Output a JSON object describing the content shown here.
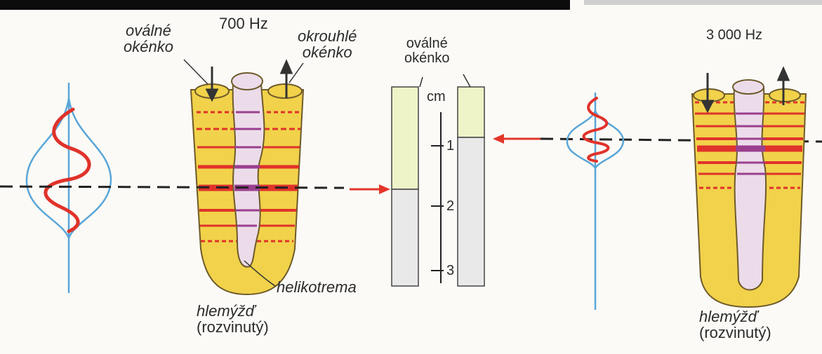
{
  "diagram": {
    "left": {
      "frequency": "700 Hz",
      "oval_window": [
        "oválné",
        "okénko"
      ],
      "round_window": [
        "okrouhlé",
        "okénko"
      ],
      "helicotrema": "helikotrema",
      "cochlea": [
        "hlemýžď",
        "(rozvinutý)"
      ]
    },
    "scale": {
      "oval_window": [
        "oválné",
        "okénko"
      ],
      "unit": "cm",
      "ticks": [
        "1",
        "2",
        "3"
      ]
    },
    "right": {
      "frequency": "3 000 Hz",
      "cochlea": [
        "hlemýžď",
        "(rozvinutý)"
      ]
    },
    "colors": {
      "cochlea_fill": "#f1d24a",
      "cochlea_edge": "#6e5a2a",
      "duct_fill": "#ecdcea",
      "band_red": "#e0322a",
      "band_purple": "#9a3f8e",
      "wave_red": "#e0322a",
      "envelope_blue": "#5aa6d8",
      "arrow_red": "#e4352a",
      "strip_green": "#eef3c8",
      "strip_gray": "#e9e9ea"
    }
  }
}
